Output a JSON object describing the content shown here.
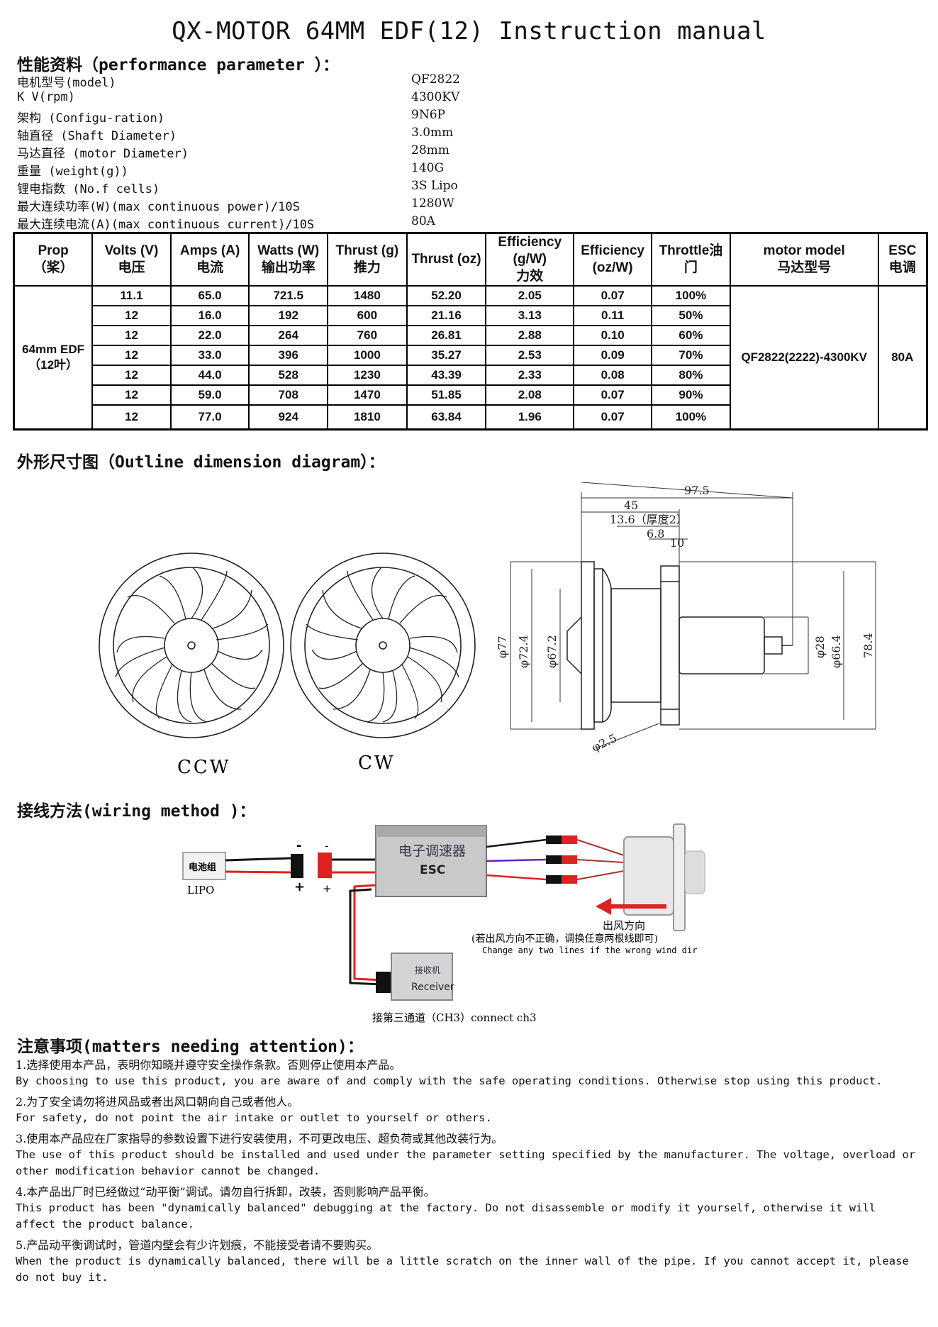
{
  "title": "QX-MOTOR 64MM EDF(12) Instruction manual",
  "performance": {
    "heading": "性能资料（performance parameter ）：",
    "rows": [
      {
        "label": "电机型号(model)",
        "value": "QF2822"
      },
      {
        "label": "K V(rpm)",
        "value": "4300KV"
      },
      {
        "label": "架构      (Configu-ration)",
        "value": "9N6P"
      },
      {
        "label": "轴直径    (Shaft Diameter)",
        "value": "3.0mm"
      },
      {
        "label": "马达直径  (motor Diameter)",
        "value": "28mm"
      },
      {
        "label": "重量      (weight(g))",
        "value": "140G"
      },
      {
        "label": "锂电指数  (No.f cells)",
        "value": "3S Lipo"
      },
      {
        "label": "最大连续功率(W)(max continuous power)/10S",
        "value": "1280W"
      },
      {
        "label": "最大连续电流(A)(max continuous current)/10S",
        "value": "80A"
      }
    ]
  },
  "table": {
    "headers": {
      "prop": [
        "Prop",
        "（桨）"
      ],
      "volts": [
        "Volts (V)",
        "电压"
      ],
      "amps": [
        "Amps (A)",
        "电流"
      ],
      "watts": [
        "Watts (W)",
        "输出功率"
      ],
      "thrust_g": [
        "Thrust (g)",
        "推力"
      ],
      "thrust_oz": [
        "Thrust (oz)"
      ],
      "eff_gw": [
        "Efficiency",
        "(g/W)",
        "力效"
      ],
      "eff_ozw": [
        "Efficiency",
        "(oz/W)"
      ],
      "throttle": [
        "Throttle油",
        "门"
      ],
      "motor_model": [
        "motor model",
        "马达型号"
      ],
      "esc": [
        "ESC",
        "电调"
      ]
    },
    "prop_cell": [
      "64mm EDF",
      "（12叶）"
    ],
    "motor_model_cell": "QF2822(2222)-4300KV",
    "esc_cell": "80A",
    "rows": [
      [
        "11.1",
        "65.0",
        "721.5",
        "1480",
        "52.20",
        "2.05",
        "0.07",
        "100%"
      ],
      [
        "12",
        "16.0",
        "192",
        "600",
        "21.16",
        "3.13",
        "0.11",
        "50%"
      ],
      [
        "12",
        "22.0",
        "264",
        "760",
        "26.81",
        "2.88",
        "0.10",
        "60%"
      ],
      [
        "12",
        "33.0",
        "396",
        "1000",
        "35.27",
        "2.53",
        "0.09",
        "70%"
      ],
      [
        "12",
        "44.0",
        "528",
        "1230",
        "43.39",
        "2.33",
        "0.08",
        "80%"
      ],
      [
        "12",
        "59.0",
        "708",
        "1470",
        "51.85",
        "2.08",
        "0.07",
        "90%"
      ],
      [
        "12",
        "77.0",
        "924",
        "1810",
        "63.84",
        "1.96",
        "0.07",
        "100%"
      ]
    ]
  },
  "outline": {
    "heading": "外形尺寸图（Outline dimension diagram）：",
    "ccw_label": "CCW",
    "cw_label": "CW",
    "dims": {
      "overall": "97.5",
      "d45": "45",
      "d136": "13.6（厚度2）",
      "d68": "6.8",
      "d10": "10",
      "phi77": "φ77",
      "phi724": "φ72.4",
      "phi672": "φ67.2",
      "phi28": "φ28",
      "phi664": "φ66.4",
      "d784": "78.4",
      "phi25": "φ2.5"
    }
  },
  "wiring": {
    "heading": "接线方法(wiring method )：",
    "battery_cn": "电池组",
    "battery_en": "LIPO",
    "esc_cn": "电子调速器",
    "esc_en": "ESC",
    "receiver_cn": "接收机",
    "receiver_en": "Receiver",
    "airflow_cn": "出风方向",
    "airflow_note_cn": "(若出风方向不正确，调换任意两根线即可)",
    "airflow_note_en": "Change any two lines if the wrong wind dir",
    "channel_note": "接第三通道（CH3）connect ch3",
    "minus": "-",
    "plus": "+"
  },
  "attention": {
    "heading": "注意事项(matters needing attention)：",
    "notes": [
      {
        "cn": "1.选择使用本产品，表明你知晓并遵守安全操作条款。否则停止使用本产品。",
        "en": "By choosing to use this product, you are aware of and comply with the safe operating conditions. Otherwise stop using this product."
      },
      {
        "cn": "2.为了安全请勿将进风品或者出风口朝向自己或者他人。",
        "en": "For safety, do not point the air intake or outlet to yourself or others."
      },
      {
        "cn": "3.使用本产品应在厂家指导的参数设置下进行安装使用，不可更改电压、超负荷或其他改装行为。",
        "en": "The use of this product should be installed and used under the parameter setting specified by the manufacturer. The voltage, overload or other modification behavior cannot be changed."
      },
      {
        "cn": "4.本产品出厂时已经做过“动平衡”调试。请勿自行拆卸，改装，否则影响产品平衡。",
        "en": "This product has been \"dynamically balanced\" debugging at the factory. Do not disassemble or modify it yourself, otherwise it will affect the product balance."
      },
      {
        "cn": "5.产品动平衡调试时，管道内壁会有少许划痕，不能接受者请不要购买。",
        "en": "When the product is dynamically balanced, there will be a little scratch on the inner wall of the pipe. If you cannot accept it, please do not buy it."
      }
    ]
  }
}
